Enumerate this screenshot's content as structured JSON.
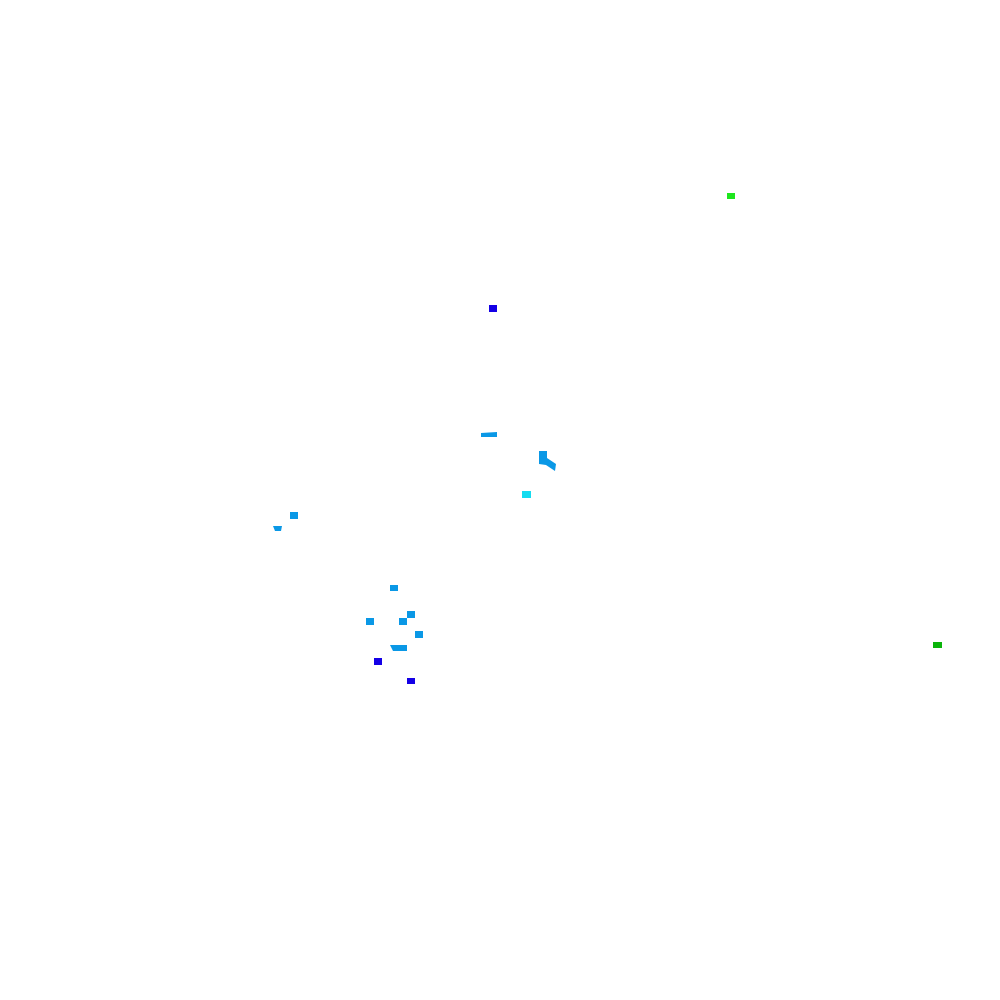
{
  "legend": {
    "colors": {
      "blue": "#1400e6",
      "azure": "#0a98e6",
      "cyan": "#14dcf0",
      "bright_green": "#1ee61e",
      "green": "#0ab40a"
    }
  },
  "features": [
    {
      "id": "blue-1",
      "color_key": "blue"
    },
    {
      "id": "azure-1",
      "color_key": "azure"
    },
    {
      "id": "azure-2",
      "color_key": "azure"
    },
    {
      "id": "cyan-1",
      "color_key": "cyan"
    },
    {
      "id": "azure-3",
      "color_key": "azure"
    },
    {
      "id": "azure-4",
      "color_key": "azure"
    },
    {
      "id": "azure-5",
      "color_key": "azure"
    },
    {
      "id": "azure-6",
      "color_key": "azure"
    },
    {
      "id": "azure-7",
      "color_key": "azure"
    },
    {
      "id": "azure-8",
      "color_key": "azure"
    },
    {
      "id": "azure-9",
      "color_key": "azure"
    },
    {
      "id": "azure-10",
      "color_key": "azure"
    },
    {
      "id": "blue-2",
      "color_key": "blue"
    },
    {
      "id": "blue-3",
      "color_key": "blue"
    },
    {
      "id": "bright-green-1",
      "color_key": "bright_green"
    },
    {
      "id": "green-1",
      "color_key": "green"
    }
  ]
}
